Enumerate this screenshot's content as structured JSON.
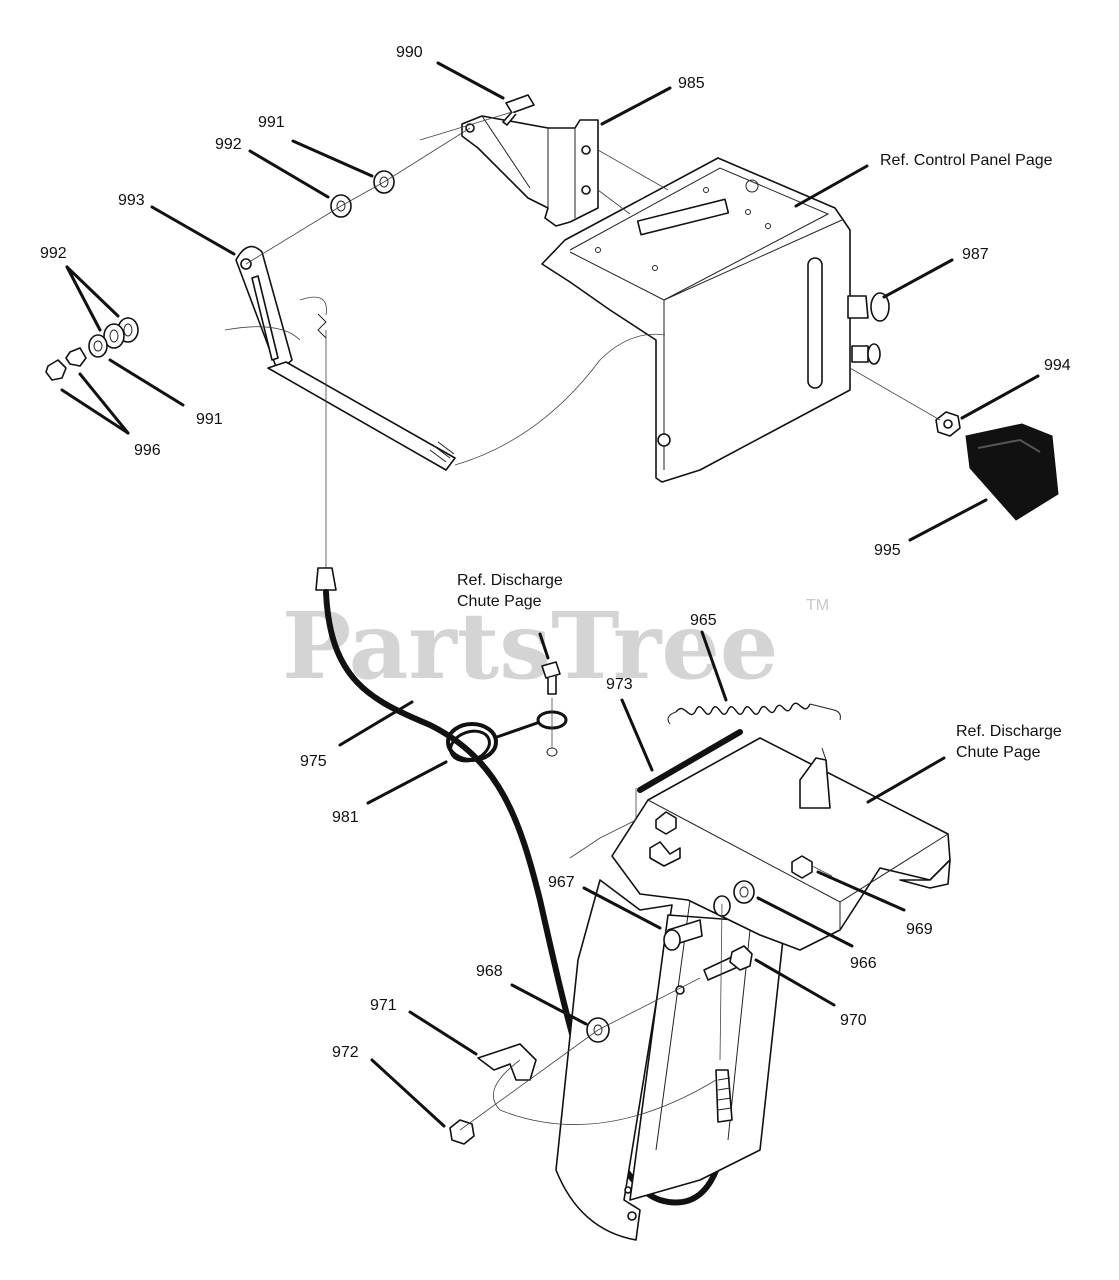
{
  "watermark": {
    "text": "PartsTree",
    "trademark": "TM"
  },
  "references": {
    "control_panel": "Ref. Control Panel Page",
    "discharge_chute_1_line1": "Ref. Discharge",
    "discharge_chute_1_line2": "Chute Page",
    "discharge_chute_2_line1": "Ref. Discharge",
    "discharge_chute_2_line2": "Chute Page"
  },
  "part_numbers": {
    "p990": "990",
    "p985": "985",
    "p991_top": "991",
    "p992_top": "992",
    "p993": "993",
    "p992_left": "992",
    "p991_left": "991",
    "p996": "996",
    "p987": "987",
    "p994": "994",
    "p995": "995",
    "p965": "965",
    "p973": "973",
    "p975": "975",
    "p981": "981",
    "p967": "967",
    "p969": "969",
    "p966": "966",
    "p968": "968",
    "p970": "970",
    "p971": "971",
    "p972": "972"
  }
}
